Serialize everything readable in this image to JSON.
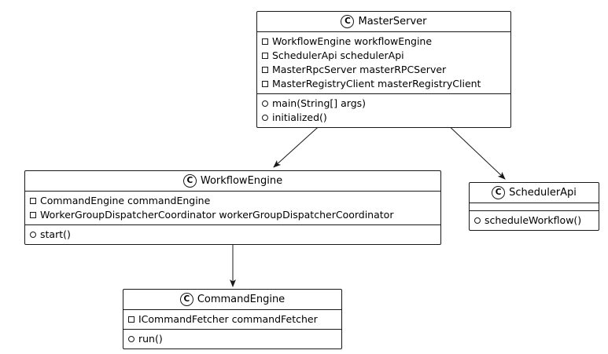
{
  "diagram": {
    "type": "uml-class-diagram",
    "background_color": "#ffffff",
    "border_color": "#181818",
    "text_color": "#000000",
    "classes": [
      {
        "name": "MasterServer",
        "stereotype": "C",
        "fields": [
          "WorkflowEngine workflowEngine",
          "SchedulerApi schedulerApi",
          "MasterRpcServer masterRPCServer",
          "MasterRegistryClient masterRegistryClient"
        ],
        "methods": [
          "main(String[] args)",
          "initialized()"
        ]
      },
      {
        "name": "WorkflowEngine",
        "stereotype": "C",
        "fields": [
          "CommandEngine commandEngine",
          "WorkerGroupDispatcherCoordinator workerGroupDispatcherCoordinator"
        ],
        "methods": [
          "start()"
        ]
      },
      {
        "name": "SchedulerApi",
        "stereotype": "C",
        "fields": [],
        "methods": [
          "scheduleWorkflow()"
        ]
      },
      {
        "name": "CommandEngine",
        "stereotype": "C",
        "fields": [
          "ICommandFetcher commandFetcher"
        ],
        "methods": [
          "run()"
        ]
      }
    ],
    "edges": [
      {
        "from": "MasterServer",
        "to": "WorkflowEngine",
        "style": "solid-arrow"
      },
      {
        "from": "MasterServer",
        "to": "SchedulerApi",
        "style": "solid-arrow"
      },
      {
        "from": "WorkflowEngine",
        "to": "CommandEngine",
        "style": "solid-arrow"
      }
    ]
  }
}
